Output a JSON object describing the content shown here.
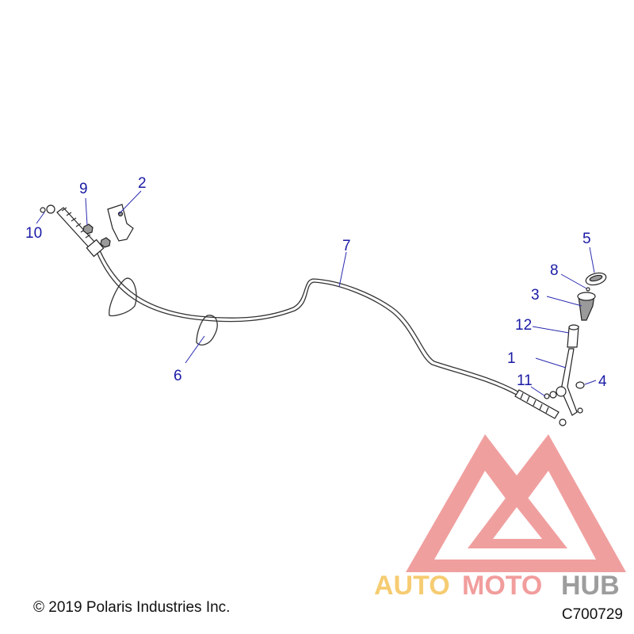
{
  "callouts": [
    {
      "id": "c1",
      "label": "1"
    },
    {
      "id": "c2",
      "label": "2"
    },
    {
      "id": "c3",
      "label": "3"
    },
    {
      "id": "c4",
      "label": "4"
    },
    {
      "id": "c5",
      "label": "5"
    },
    {
      "id": "c6",
      "label": "6"
    },
    {
      "id": "c7",
      "label": "7"
    },
    {
      "id": "c8",
      "label": "8"
    },
    {
      "id": "c9",
      "label": "9"
    },
    {
      "id": "c10",
      "label": "10"
    },
    {
      "id": "c11",
      "label": "11"
    },
    {
      "id": "c12",
      "label": "12"
    }
  ],
  "footer": {
    "copyright": "© 2019 Polaris Industries Inc.",
    "diagram_code": "C700729"
  },
  "watermark": {
    "part1": "AUTO",
    "part2": "MOTO",
    "part3": "HUB",
    "colors": {
      "auto": "#f5c45a",
      "moto": "#f08c8c",
      "hub": "#8c8c8c",
      "logo": "#ee8f8f"
    }
  }
}
